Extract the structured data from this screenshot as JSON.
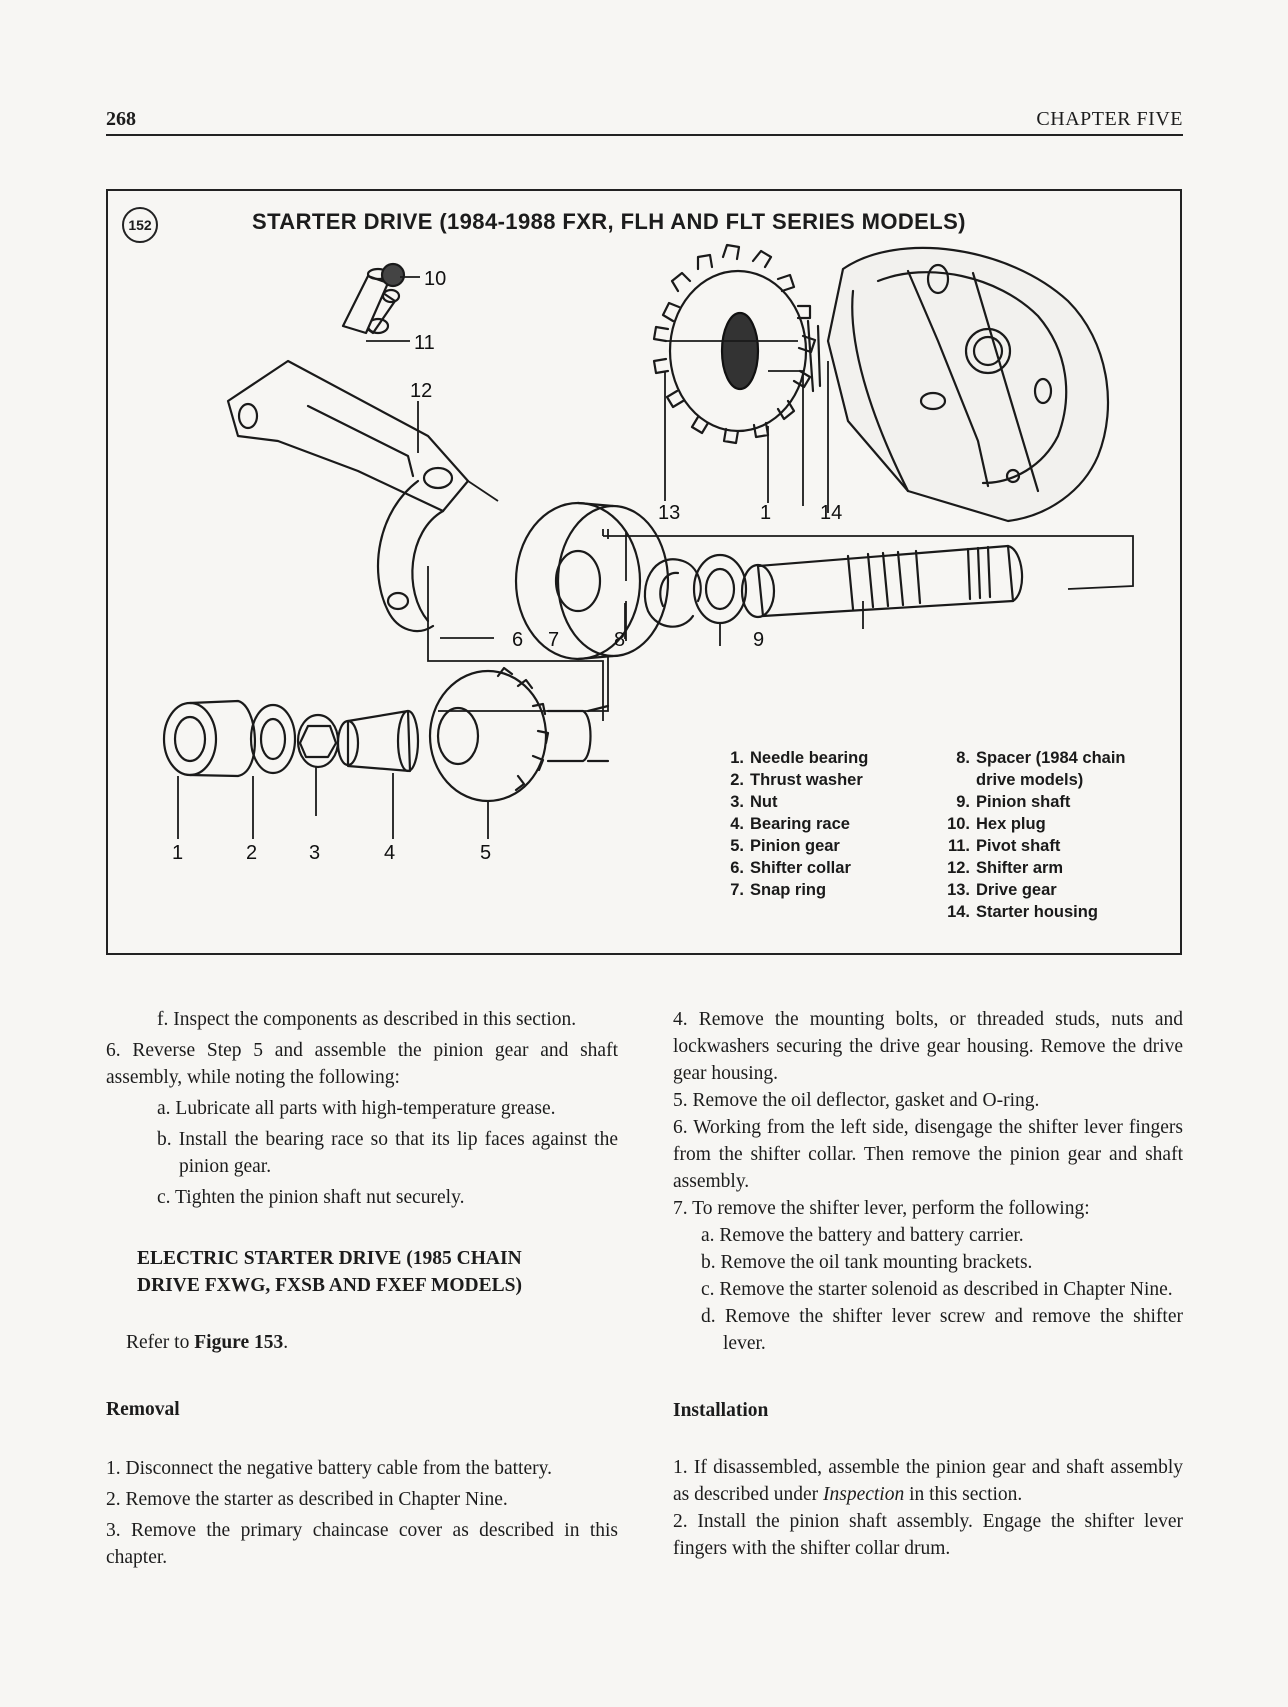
{
  "header": {
    "page_number": "268",
    "chapter_title": "CHAPTER FIVE"
  },
  "figure": {
    "number": "152",
    "title": "STARTER DRIVE (1984-1988 FXR, FLH AND FLT SERIES MODELS)",
    "callouts": [
      "1",
      "2",
      "3",
      "4",
      "5",
      "6",
      "7",
      "8",
      "9",
      "10",
      "11",
      "12",
      "13",
      "1",
      "14"
    ],
    "legend_left": [
      {
        "num": "1.",
        "text": "Needle bearing"
      },
      {
        "num": "2.",
        "text": "Thrust washer"
      },
      {
        "num": "3.",
        "text": "Nut"
      },
      {
        "num": "4.",
        "text": "Bearing race"
      },
      {
        "num": "5.",
        "text": "Pinion gear"
      },
      {
        "num": "6.",
        "text": "Shifter collar"
      },
      {
        "num": "7.",
        "text": "Snap ring"
      }
    ],
    "legend_right": [
      {
        "num": "8.",
        "text": "Spacer (1984 chain drive models)"
      },
      {
        "num": "9.",
        "text": "Pinion shaft"
      },
      {
        "num": "10.",
        "text": "Hex plug"
      },
      {
        "num": "11.",
        "text": "Pivot shaft"
      },
      {
        "num": "12.",
        "text": "Shifter arm"
      },
      {
        "num": "13.",
        "text": "Drive gear"
      },
      {
        "num": "14.",
        "text": "Starter housing"
      }
    ]
  },
  "left_column": {
    "step_f": "f. Inspect the components as described in this section.",
    "step_6": "6. Reverse Step 5 and assemble the pinion gear and shaft assembly, while noting the following:",
    "step_6a": "a. Lubricate all parts with high-temperature grease.",
    "step_6b": "b. Install the bearing race so that its lip faces against the pinion gear.",
    "step_6c": "c. Tighten the pinion shaft nut securely.",
    "section_heading": "ELECTRIC STARTER DRIVE (1985 CHAIN DRIVE FXWG, FXSB AND FXEF MODELS)",
    "refer_prefix": "Refer to ",
    "refer_figure": "Figure 153",
    "refer_suffix": ".",
    "removal_heading": "Removal",
    "removal_1": "1. Disconnect the negative battery cable from the battery.",
    "removal_2": "2. Remove the starter as described in Chapter Nine.",
    "removal_3": "3. Remove the primary chaincase cover as described in this chapter."
  },
  "right_column": {
    "step_4": "4. Remove the mounting bolts, or threaded studs, nuts and lockwashers securing the drive gear housing. Remove the drive gear housing.",
    "step_5": "5. Remove the oil deflector, gasket and O-ring.",
    "step_6": "6. Working from the left side, disengage the shifter lever fingers from the shifter collar. Then remove the pinion gear and shaft assembly.",
    "step_7": "7. To remove the shifter lever, perform the following:",
    "step_7a": "a. Remove the battery and battery carrier.",
    "step_7b": "b. Remove the oil tank mounting brackets.",
    "step_7c": "c. Remove the starter solenoid as described in Chapter Nine.",
    "step_7d": "d. Remove the shifter lever screw and remove the shifter lever.",
    "installation_heading": "Installation",
    "install_1_prefix": "1. If disassembled, assemble the pinion gear and shaft assembly as described under ",
    "install_1_italic": "Inspection",
    "install_1_suffix": " in this section.",
    "install_2": "2. Install the pinion shaft assembly. Engage the shifter lever fingers with the shifter collar drum."
  }
}
